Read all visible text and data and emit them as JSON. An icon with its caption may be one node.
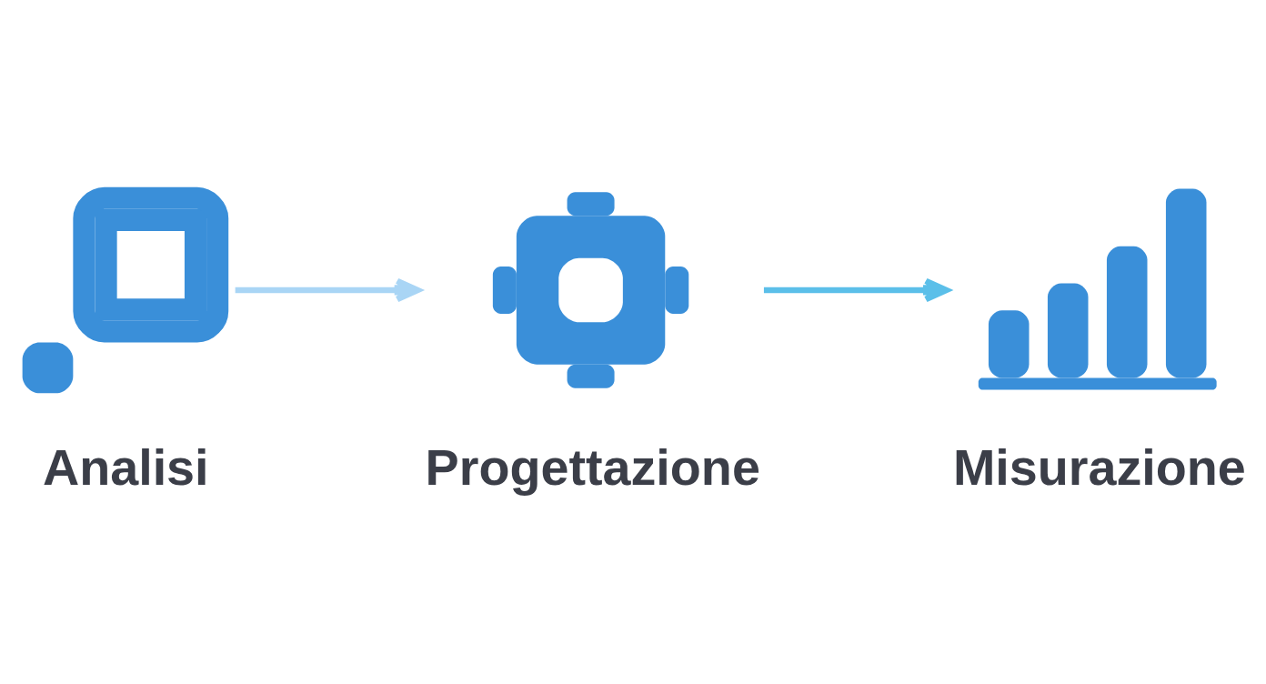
{
  "diagram": {
    "nodes": [
      {
        "text": [
          "Analisi"
        ]
      },
      {
        "text": [
          "Progettazione"
        ]
      },
      {
        "text": [
          "Misurazione"
        ]
      }
    ],
    "edges": [
      {
        "from": 0,
        "to": 1,
        "arrow": "to",
        "color": "#a9d5f5"
      },
      {
        "from": 1,
        "to": 2,
        "arrow": "to",
        "color": "#5bbfe9"
      }
    ]
  }
}
